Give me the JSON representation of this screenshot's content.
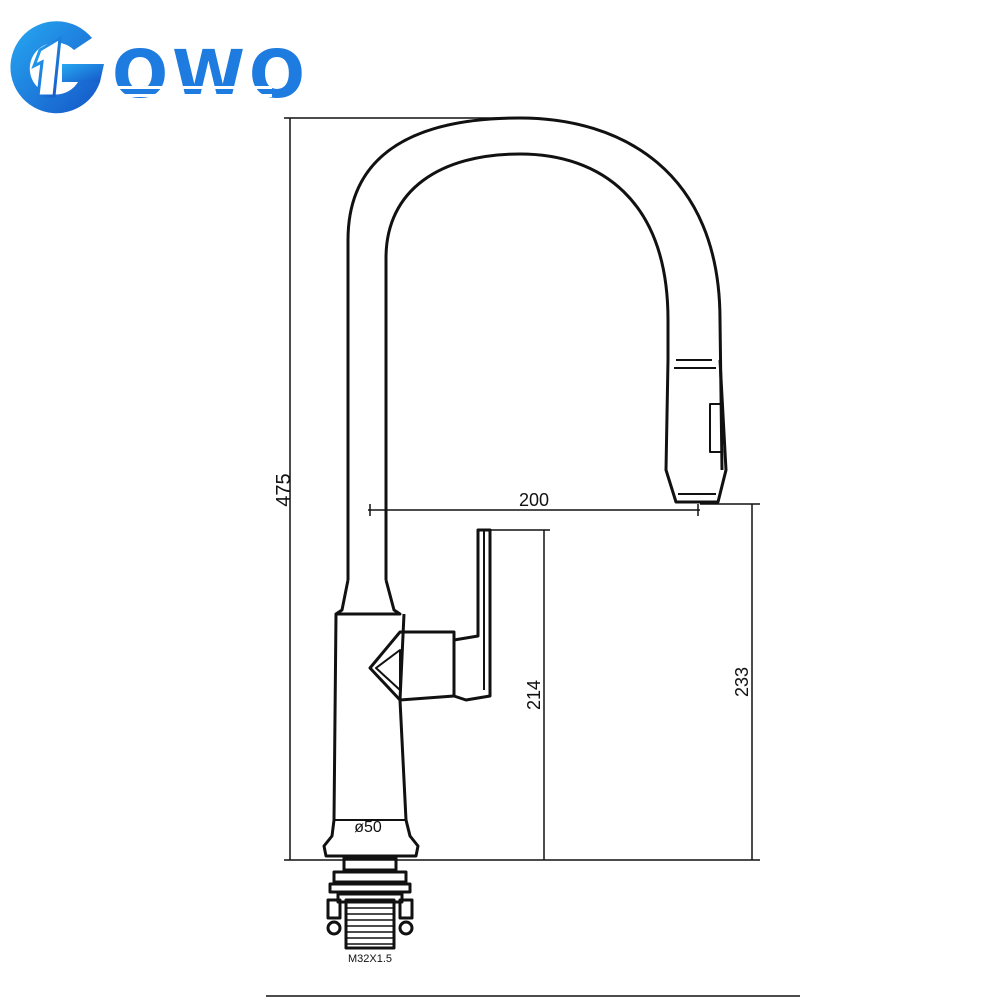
{
  "brand": {
    "name": "OWO",
    "color": "#1e7be0"
  },
  "dimensions": {
    "total_height": "475",
    "spout_reach": "200",
    "handle_height": "214",
    "spout_clearance": "233",
    "base_diameter": "ø50",
    "thread": "M32X1.5"
  }
}
